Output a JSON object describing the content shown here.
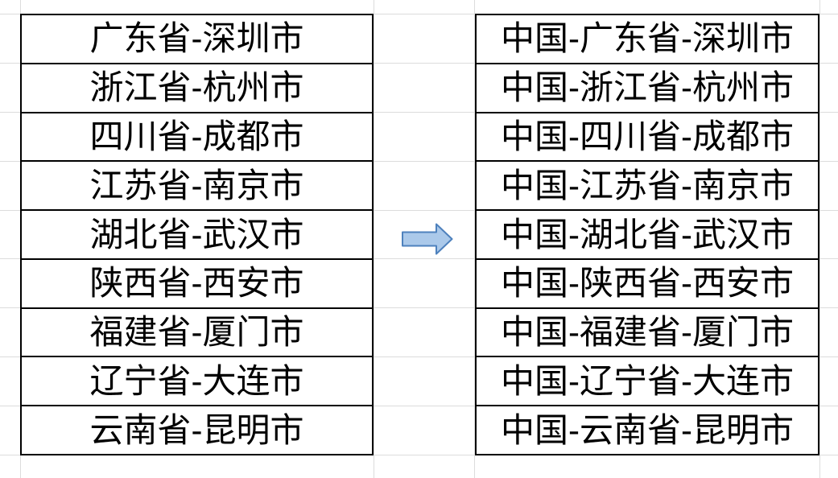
{
  "spreadsheet": {
    "left_column": {
      "rows": [
        "广东省-深圳市",
        "浙江省-杭州市",
        "四川省-成都市",
        "江苏省-南京市",
        "湖北省-武汉市",
        "陕西省-西安市",
        "福建省-厦门市",
        "辽宁省-大连市",
        "云南省-昆明市"
      ]
    },
    "right_column": {
      "rows": [
        "中国-广东省-深圳市",
        "中国-浙江省-杭州市",
        "中国-四川省-成都市",
        "中国-江苏省-南京市",
        "中国-湖北省-武汉市",
        "中国-陕西省-西安市",
        "中国-福建省-厦门市",
        "中国-辽宁省-大连市",
        "中国-云南省-昆明市"
      ]
    },
    "transform_arrow": {
      "icon": "right-arrow",
      "fill": "#ABC9EA",
      "stroke": "#4E81BD"
    },
    "colors": {
      "background": "#FFFFFF",
      "gridline": "#DCDCDC",
      "table_border": "#000000",
      "text": "#000000"
    }
  }
}
